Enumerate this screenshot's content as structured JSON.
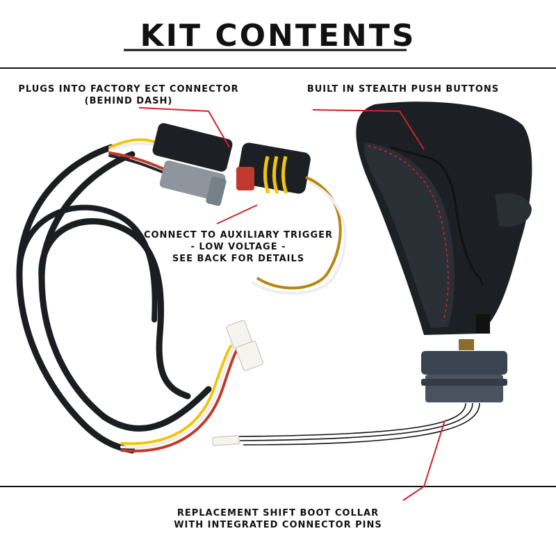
{
  "title": "KIT CONTENTS",
  "labels": {
    "ect_connector": [
      "PLUGS INTO FACTORY ECT CONNECTOR",
      "(BEHIND DASH)"
    ],
    "push_buttons": [
      "BUILT IN STEALTH PUSH BUTTONS"
    ],
    "aux_trigger": [
      "CONNECT TO AUXILIARY TRIGGER",
      "- LOW VOLTAGE -",
      "SEE BACK FOR DETAILS"
    ],
    "boot_collar": [
      "REPLACEMENT SHIFT BOOT COLLAR",
      "WITH INTEGRATED CONNECTOR PINS"
    ]
  },
  "colors": {
    "callout_line": "#d4202a",
    "rule_line": "#111111",
    "knob_body": "#1c1f24",
    "stitching": "#d4202a",
    "collar": "#3b4350",
    "cable": "#1b1d21",
    "wire_yellow": "#f1c40f",
    "wire_red": "#c0392b",
    "wire_white": "#eeeeee"
  }
}
